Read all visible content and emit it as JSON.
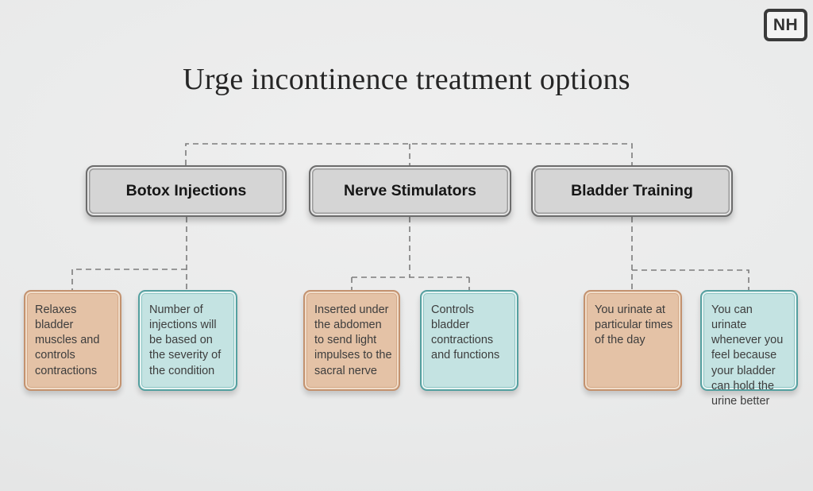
{
  "logo": {
    "text": "NH"
  },
  "title": "Urge incontinence treatment options",
  "tree": {
    "groups": [
      {
        "label": "Botox Injections",
        "children": [
          {
            "variant": "peach",
            "text": "Relaxes bladder muscles and controls contractions"
          },
          {
            "variant": "teal",
            "text": "Number of injections will be based on the severity of the condition"
          }
        ]
      },
      {
        "label": "Nerve Stimulators",
        "children": [
          {
            "variant": "peach",
            "text": "Inserted under the abdomen to send light impulses to the sacral nerve"
          },
          {
            "variant": "teal",
            "text": "Controls bladder contractions and functions"
          }
        ]
      },
      {
        "label": "Bladder Training",
        "children": [
          {
            "variant": "peach",
            "text": "You urinate at particular times of the day"
          },
          {
            "variant": "teal",
            "text": "You can urinate whenever you feel because your bladder can hold the urine better"
          }
        ]
      }
    ]
  },
  "colors": {
    "background": "#e9eaea",
    "node_gray_fill": "#d5d5d5",
    "node_gray_border": "#6c6c6c",
    "node_peach_fill": "#e4c2a6",
    "node_peach_border": "#c3926f",
    "node_teal_fill": "#c4e3e2",
    "node_teal_border": "#55a0a0",
    "connector": "#7c7c7c",
    "text_dark": "#161616",
    "text_body": "#3d3d3d"
  }
}
